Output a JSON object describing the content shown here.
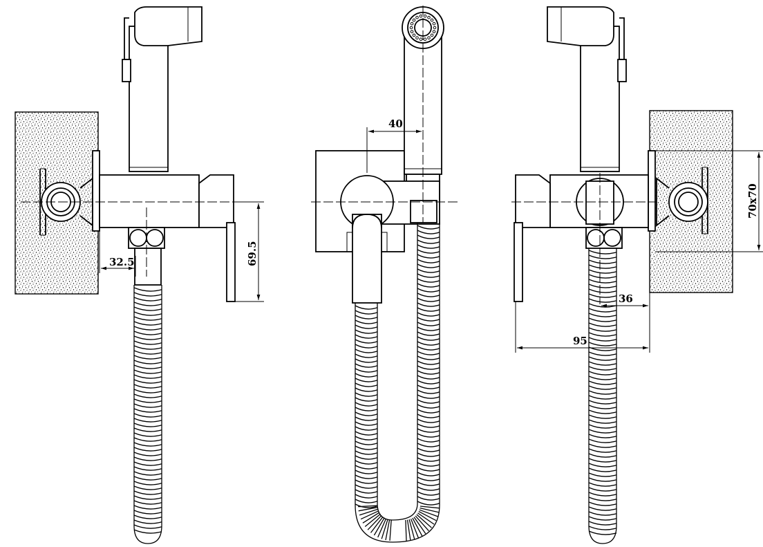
{
  "dimensions": {
    "left_offset": "32.5",
    "left_height": "69.5",
    "center_offset": "40",
    "right_plate": "70x70",
    "right_depth": "36",
    "right_total": "95"
  }
}
